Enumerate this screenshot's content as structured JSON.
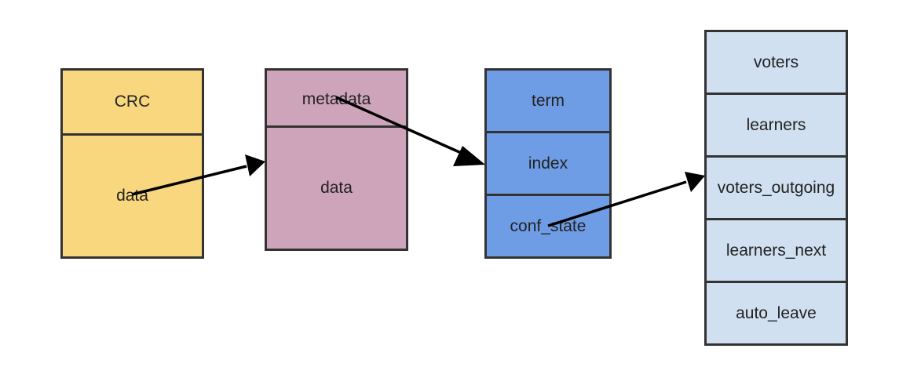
{
  "colors": {
    "crc_block": "#f9d77e",
    "metadata_block": "#cda4b9",
    "term_block": "#6f9de5",
    "conf_state_block": "#d0e0f1",
    "border": "#333333",
    "arrow": "#000000"
  },
  "crc_block": {
    "crc_label": "CRC",
    "data_label": "data"
  },
  "metadata_block": {
    "metadata_label": "metadata",
    "data_label": "data"
  },
  "term_block": {
    "term_label": "term",
    "index_label": "index",
    "conf_state_label": "conf_state"
  },
  "conf_state_block": {
    "voters_label": "voters",
    "learners_label": "learners",
    "voters_outgoing_label": "voters_outgoing",
    "learners_next_label": "learners_next",
    "auto_leave_label": "auto_leave"
  }
}
